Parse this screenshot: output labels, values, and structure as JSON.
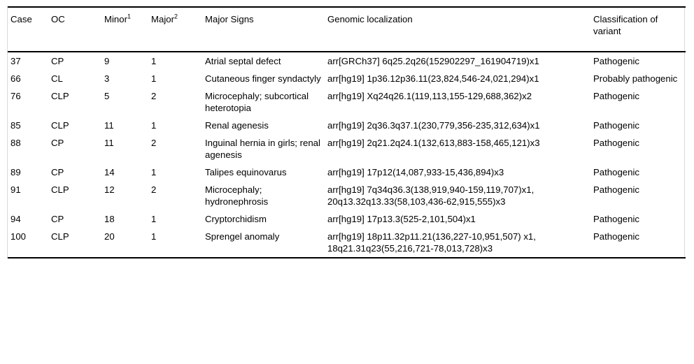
{
  "table": {
    "headers": [
      {
        "label": "Case",
        "sup": ""
      },
      {
        "label": "OC",
        "sup": ""
      },
      {
        "label": "Minor",
        "sup": "1"
      },
      {
        "label": "Major",
        "sup": "2"
      },
      {
        "label": "Major Signs",
        "sup": ""
      },
      {
        "label": "Genomic localization",
        "sup": ""
      },
      {
        "label": "Classification of variant",
        "sup": ""
      }
    ],
    "rows": [
      {
        "case": "37",
        "oc": "CP",
        "minor": "9",
        "major": "1",
        "major_signs": "Atrial septal defect",
        "genomic": "arr[GRCh37] 6q25.2q26(152902297_161904719)x1",
        "classification": "Pathogenic"
      },
      {
        "case": "66",
        "oc": "CL",
        "minor": "3",
        "major": "1",
        "major_signs": "Cutaneous finger syndactyly",
        "genomic": "arr[hg19] 1p36.12p36.11(23,824,546-24,021,294)x1",
        "classification": "Probably pathogenic"
      },
      {
        "case": "76",
        "oc": "CLP",
        "minor": "5",
        "major": "2",
        "major_signs": "Microcephaly; subcortical heterotopia",
        "genomic": "arr[hg19] Xq24q26.1(119,113,155-129,688,362)x2",
        "classification": "Pathogenic"
      },
      {
        "case": "85",
        "oc": "CLP",
        "minor": "11",
        "major": "1",
        "major_signs": "Renal agenesis",
        "genomic": "arr[hg19] 2q36.3q37.1(230,779,356-235,312,634)x1",
        "classification": "Pathogenic"
      },
      {
        "case": "88",
        "oc": "CP",
        "minor": "11",
        "major": "2",
        "major_signs": "Inguinal hernia in girls; renal agenesis",
        "genomic": "arr[hg19] 2q21.2q24.1(132,613,883-158,465,121)x3",
        "classification": "Pathogenic"
      },
      {
        "case": "89",
        "oc": "CP",
        "minor": "14",
        "major": "1",
        "major_signs": "Talipes equinovarus",
        "genomic": "arr[hg19] 17p12(14,087,933-15,436,894)x3",
        "classification": "Pathogenic"
      },
      {
        "case": "91",
        "oc": "CLP",
        "minor": "12",
        "major": "2",
        "major_signs": "Microcephaly; hydronephrosis",
        "genomic": "arr[hg19] 7q34q36.3(138,919,940-159,119,707)x1, 20q13.32q13.33(58,103,436-62,915,555)x3",
        "classification": "Pathogenic"
      },
      {
        "case": "94",
        "oc": "CP",
        "minor": "18",
        "major": "1",
        "major_signs": "Cryptorchidism",
        "genomic": "arr[hg19] 17p13.3(525-2,101,504)x1",
        "classification": "Pathogenic"
      },
      {
        "case": "100",
        "oc": "CLP",
        "minor": "20",
        "major": "1",
        "major_signs": "Sprengel anomaly",
        "genomic": "arr[hg19] 18p11.32p11.21(136,227-10,951,507) x1, 18q21.31q23(55,216,721-78,013,728)x3",
        "classification": "Pathogenic"
      }
    ]
  }
}
